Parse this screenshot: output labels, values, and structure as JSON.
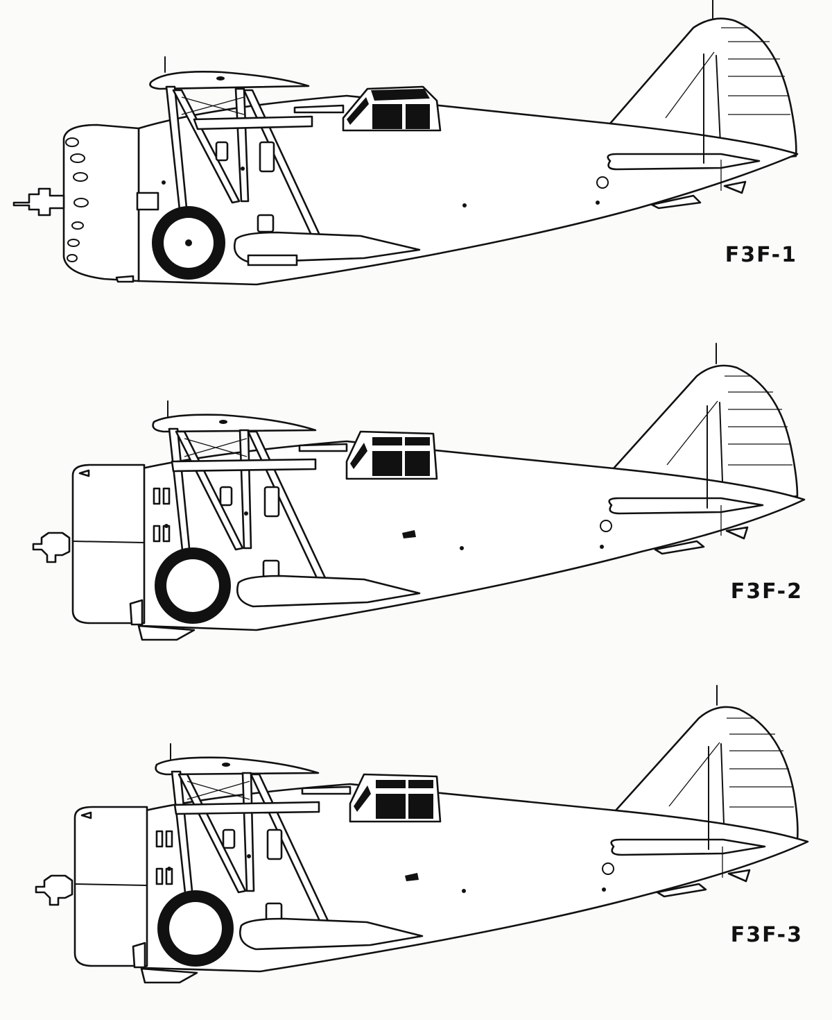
{
  "views": [
    {
      "id": "f3f-1",
      "label": "F3F-1",
      "cowling": "ringed"
    },
    {
      "id": "f3f-2",
      "label": "F3F-2",
      "cowling": "large"
    },
    {
      "id": "f3f-3",
      "label": "F3F-3",
      "cowling": "large"
    }
  ],
  "colors": {
    "line": "#111111",
    "paper": "#fbfbfa"
  }
}
